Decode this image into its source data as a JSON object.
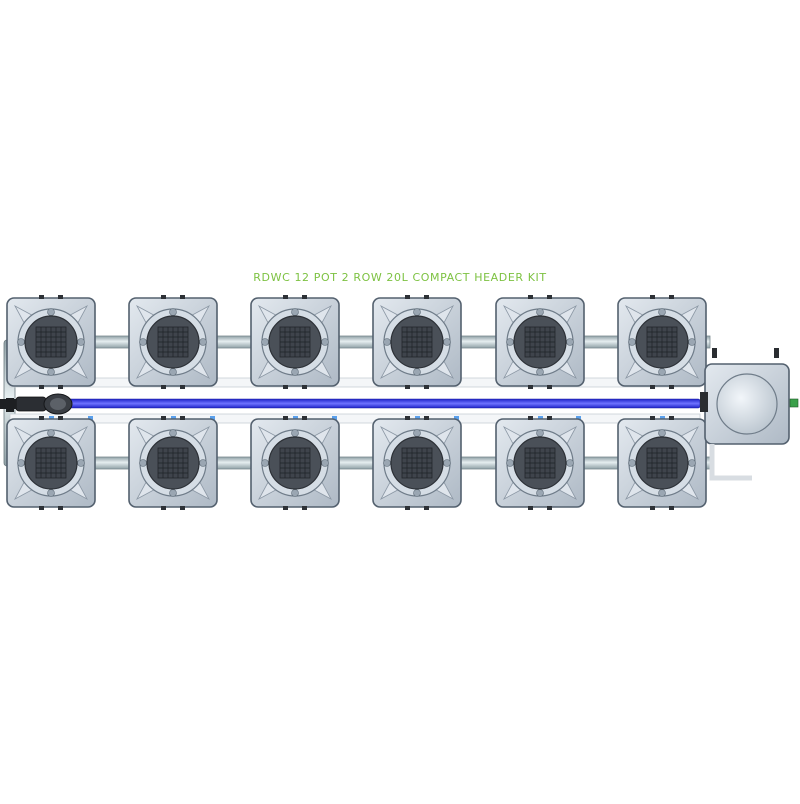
{
  "title": "RDWC 12 POT 2 ROW 20L COMPACT HEADER KIT",
  "layout_info": {
    "pots_per_row": 6,
    "rows": 2
  },
  "colors": {
    "title": "#7dc242",
    "pot_body": "#c9d2dc",
    "pot_edge": "#53606e",
    "pipe": "#b9c6cc",
    "feed_line": "#3a3df0",
    "basket": "#3f444c",
    "fitting": "#5aa0ec"
  }
}
